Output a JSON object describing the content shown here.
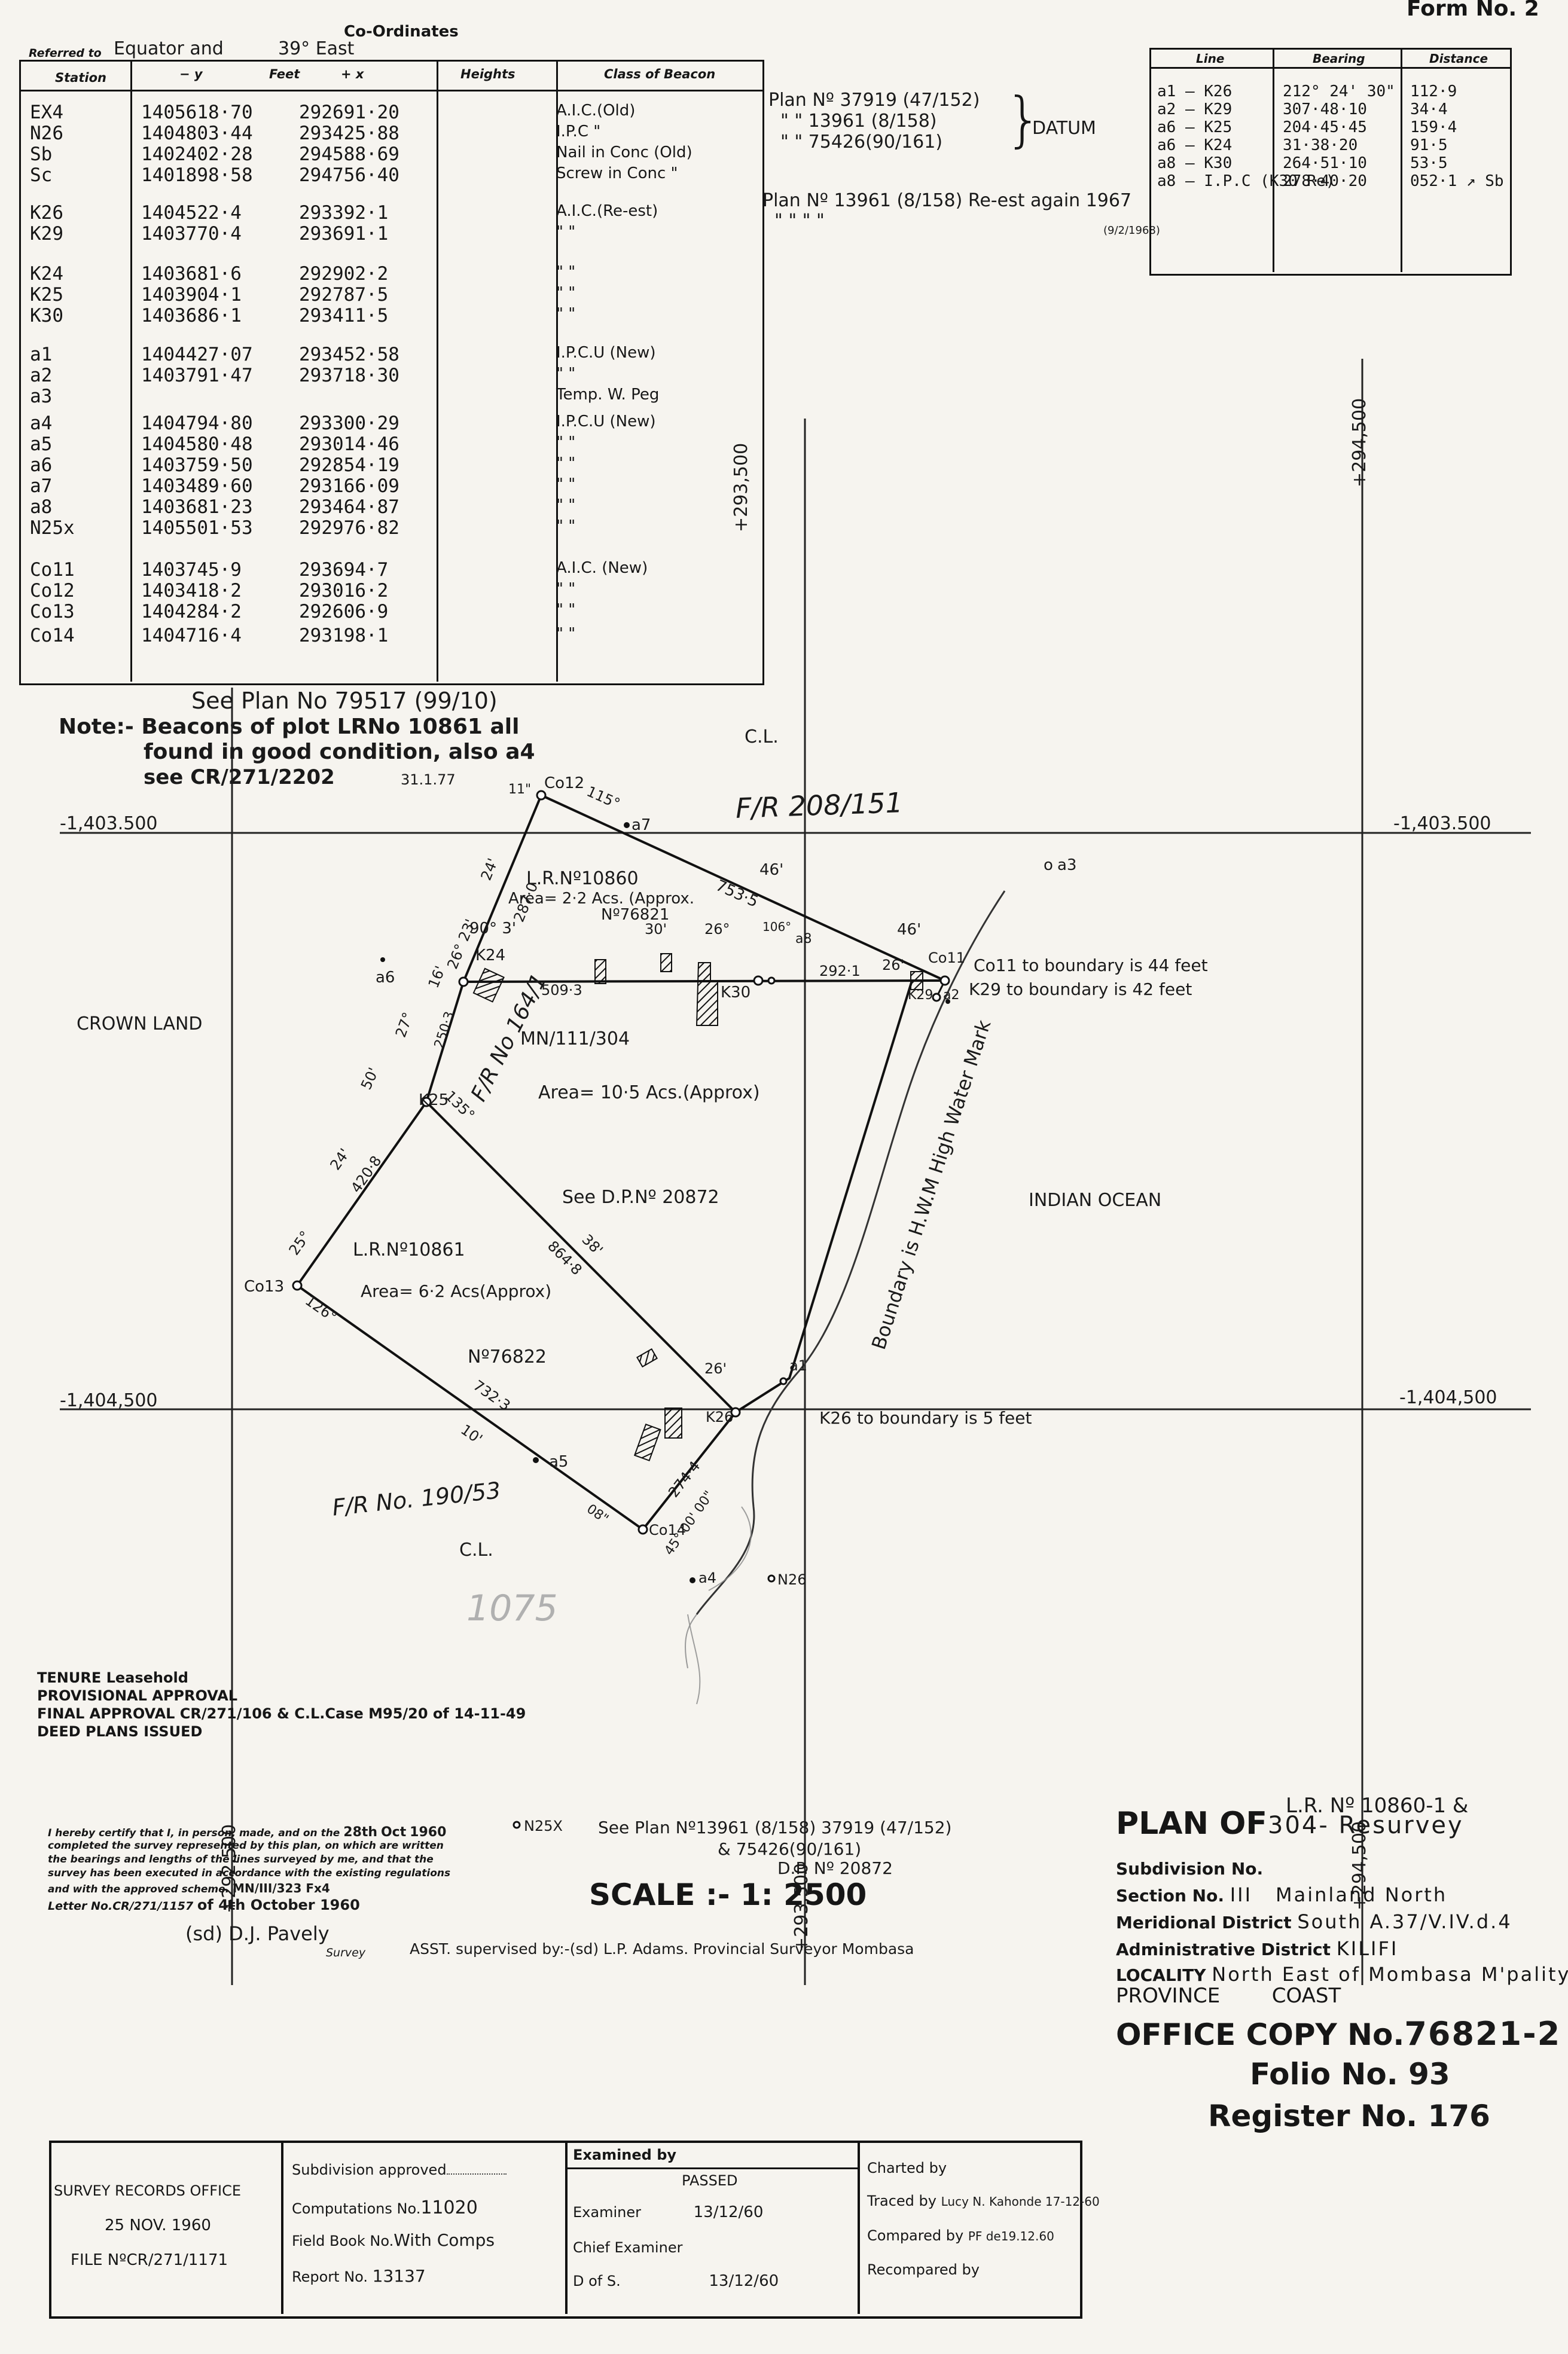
{
  "form_no": "Form No. 2",
  "coordinates": {
    "title": "Co-Ordinates",
    "referred_to_label": "Referred to",
    "referred_to": "Equator and",
    "east": "39° East",
    "headers": [
      "Station",
      "− y",
      "Feet",
      "+ x",
      "Heights",
      "Class of Beacon"
    ],
    "rows": [
      {
        "station": "EX4",
        "y": "1405618·70",
        "x": "292691·20",
        "cls": "A.I.C.(Old)"
      },
      {
        "station": "N26",
        "y": "1404803·44",
        "x": "293425·88",
        "cls": "I.P.C        \""
      },
      {
        "station": "Sb",
        "y": "1402402·28",
        "x": "294588·69",
        "cls": "Nail in Conc (Old)"
      },
      {
        "station": "Sc",
        "y": "1401898·58",
        "x": "294756·40",
        "cls": "Screw in Conc    \""
      },
      {
        "station": "K26",
        "y": "1404522·4",
        "x": "293392·1",
        "cls": "A.I.C.(Re-est)"
      },
      {
        "station": "K29",
        "y": "1403770·4",
        "x": "293691·1",
        "cls": "\"        \""
      },
      {
        "station": "K24",
        "y": "1403681·6",
        "x": "292902·2",
        "cls": "\"        \""
      },
      {
        "station": "K25",
        "y": "1403904·1",
        "x": "292787·5",
        "cls": "\"        \""
      },
      {
        "station": "K30",
        "y": "1403686·1",
        "x": "293411·5",
        "cls": "\"        \""
      },
      {
        "station": "a1",
        "y": "1404427·07",
        "x": "293452·58",
        "cls": "I.P.C.U (New)"
      },
      {
        "station": "a2",
        "y": "1403791·47",
        "x": "293718·30",
        "cls": "\"        \""
      },
      {
        "station": "a3",
        "y": "",
        "x": "",
        "cls": "Temp. W. Peg"
      },
      {
        "station": "a4",
        "y": "1404794·80",
        "x": "293300·29",
        "cls": "I.P.C.U (New)"
      },
      {
        "station": "a5",
        "y": "1404580·48",
        "x": "293014·46",
        "cls": "\"        \""
      },
      {
        "station": "a6",
        "y": "1403759·50",
        "x": "292854·19",
        "cls": "\"        \""
      },
      {
        "station": "a7",
        "y": "1403489·60",
        "x": "293166·09",
        "cls": "\"        \""
      },
      {
        "station": "a8",
        "y": "1403681·23",
        "x": "293464·87",
        "cls": "\"        \""
      },
      {
        "station": "N25x",
        "y": "1405501·53",
        "x": "292976·82",
        "cls": "\"        \""
      },
      {
        "station": "Co11",
        "y": "1403745·9",
        "x": "293694·7",
        "cls": "A.I.C. (New)"
      },
      {
        "station": "Co12",
        "y": "1403418·2",
        "x": "293016·2",
        "cls": "\"        \""
      },
      {
        "station": "Co13",
        "y": "1404284·2",
        "x": "292606·9",
        "cls": "\"        \""
      },
      {
        "station": "Co14",
        "y": "1404716·4",
        "x": "293198·1",
        "cls": "\"        \""
      }
    ]
  },
  "datum": {
    "lines": [
      "Plan Nº 37919 (47/152)",
      "\"    \"  13961 (8/158)",
      "\"    \"  75426(90/161)"
    ],
    "label": "DATUM",
    "reest": "Plan Nº 13961 (8/158) Re-est again 1967",
    "reest_date": "(9/2/1968)",
    "reest_quotes": "\"    \"    \"    \""
  },
  "bearings": {
    "headers": [
      "Line",
      "Bearing",
      "Distance"
    ],
    "rows": [
      {
        "line": "a1 – K26",
        "bearing": "212° 24' 30\"",
        "distance": "112·9"
      },
      {
        "line": "a2 – K29",
        "bearing": "307·48·10",
        "distance": "34·4"
      },
      {
        "line": "a6 – K25",
        "bearing": "204·45·45",
        "distance": "159·4"
      },
      {
        "line": "a6 – K24",
        "bearing": "31·38·20",
        "distance": "91·5"
      },
      {
        "line": "a8 – K30",
        "bearing": "264·51·10",
        "distance": "53·5"
      },
      {
        "line": "a8 – I.P.C (K30 Re)",
        "bearing": "278·40·20",
        "distance": "052·1 ↗ Sb"
      }
    ]
  },
  "map": {
    "grid_labels": {
      "y1": "-1,403.500",
      "y1r": "-1,403.500",
      "y2": "-1,404,500",
      "y2r": "-1,404,500",
      "x293_top": "+293,500",
      "x294_top": "+294,500",
      "x292_bot": "+292,500",
      "x293_bot": "+293,500",
      "x294_bot": "+294,500"
    },
    "see_plan": "See Plan No 79517 (99/10)",
    "note_1": "Note:- Beacons of plot LRNo 10861 all",
    "note_2": "found in good condition, also a4",
    "note_3": "see CR/271/2202",
    "note_date": "31.1.77",
    "cl_top": "C.L.",
    "fr_top": "F/R 208/151",
    "crown_land": "CROWN LAND",
    "indian_ocean": "INDIAN OCEAN",
    "hwm": "Boundary is H.W.M High Water Mark",
    "lr_10860": "L.R.Nº10860",
    "area_10860": "Area= 2·2 Acs. (Approx.",
    "no_76821": "Nº76821",
    "mn_304": "MN/111/304",
    "area_main": "Area= 10·5 Acs.(Approx)",
    "see_dp": "See D.P.Nº 20872",
    "fr_164": "F/R No 164/1",
    "lr_10861": "L.R.Nº10861",
    "area_10861": "Area= 6·2 Acs(Approx)",
    "no_76822": "Nº76822",
    "fr_190": "F/R No. 190/53",
    "cl_bot": "C.L.",
    "pencil_1075": "1075",
    "co11_note": "Co11 to boundary is 44 feet",
    "k29_note": "K29 to boundary is 42 feet",
    "k26_note": "K26 to boundary is 5 feet",
    "stations": {
      "co12": "Co12",
      "a7": "a7",
      "k24": "K24",
      "a6": "a6",
      "k25": "K25",
      "k30": "K30",
      "a8": "a8",
      "co11": "Co11",
      "k29": "K29",
      "a2": "a2",
      "a3": "a3",
      "co13": "Co13",
      "a1": "a1",
      "k26": "K26",
      "a5": "a5",
      "co14": "Co14",
      "a4": "a4",
      "n26": "N26",
      "n25x": "N25X"
    },
    "dims": {
      "d115": "115°",
      "d11": "11\"",
      "d287": "287·0",
      "d24": "24'",
      "d26": "26° 23'",
      "d16": "16'",
      "d46a": "46'",
      "d7535": "753·5",
      "d46b": "46'",
      "d90": "90° 3'",
      "d30": "30'",
      "d26b": "26°",
      "d106": "106°",
      "d26c": "26'",
      "d2921": "292·1",
      "d5093": "509·3",
      "d2503": "250·3",
      "d27": "27°",
      "d50": "50'",
      "d135": "135°",
      "d24b": "24'",
      "d4208": "420·8",
      "d25": "25°",
      "d126": "126°",
      "d38": "38'",
      "d8648": "864·8",
      "d26d": "26'",
      "d7323": "732·3",
      "d10": "10'",
      "d2744": "274·4",
      "d08": "08\"",
      "d45": "45° 00' 00\""
    }
  },
  "tenure": {
    "l1": "TENURE Leasehold",
    "l2": "PROVISIONAL APPROVAL",
    "l3": "FINAL APPROVAL CR/271/106  & C.L.Case M95/20 of 14-11-49",
    "l4": "DEED PLANS ISSUED"
  },
  "certify": {
    "text1": "I hereby certify that I, in person, made, and on the",
    "day": "28th",
    "month": "Oct",
    "year": "1960",
    "text2": "completed the survey represented by this plan, on which are written",
    "text3": "the bearings and lengths of the lines surveyed by me, and that the",
    "text4": "survey has been executed in accordance with the existing regulations",
    "text5": "and with the approved scheme.",
    "scheme": "MN/III/323  Fx4",
    "letter": "Letter No.CR/271/1157",
    "of": "of 4th October 1960",
    "signed": "(sd) D.J. Pavely",
    "survey": "Survey",
    "asst": "ASST. supervised by:-(sd) L.P. Adams.  Provincial Surveyor Mombasa"
  },
  "see_plan_bottom_1": "See Plan Nº13961 (8/158) 37919 (47/152)",
  "see_plan_bottom_2": "& 75426(90/161)",
  "see_plan_bottom_3": "D.P. Nº 20872",
  "scale": "SCALE :- 1: 2500",
  "plan": {
    "plan_of": "PLAN OF",
    "lr": "L.R. Nº 10860-1 &",
    "resurvey": "304- Resurvey",
    "subdivision_label": "Subdivision No.",
    "subdivision": "",
    "section_label": "Section No.",
    "section": "III",
    "section_name": "Mainland North",
    "meridional_label": "Meridional District",
    "meridional": "South A.37/V.IV.d.4",
    "admin_label": "Administrative District",
    "admin": "KILIFI",
    "locality_label": "LOCALITY",
    "locality": "North East of Mombasa M'pality",
    "province_label": "PROVINCE",
    "province": "COAST",
    "office_copy_label": "OFFICE COPY No.",
    "office_copy": "76821-2",
    "folio_label": "Folio No.",
    "folio": "93",
    "register_label": "Register No.",
    "register": "176"
  },
  "records": {
    "office": "SURVEY RECORDS OFFICE",
    "date": "25 NOV. 1960",
    "file": "FILE NºCR/271/1171",
    "subdivision_approved": "Subdivision approved",
    "computations_label": "Computations No.",
    "computations": "11020",
    "fieldbook_label": "Field Book No.",
    "fieldbook": "With Comps",
    "report_label": "Report No.",
    "report": "13137",
    "examined_by": "Examined by",
    "passed": "PASSED",
    "examiner_label": "Examiner",
    "examiner": "13/12/60",
    "chief_examiner": "Chief Examiner",
    "dofs_label": "D of S.",
    "dofs": "13/12/60",
    "charted_by": "Charted by",
    "traced_label": "Traced by",
    "traced": "Lucy N. Kahonde  17-12-60",
    "compared_label": "Compared by",
    "compared": "PF de19.12.60",
    "recompared": "Recompared by"
  }
}
